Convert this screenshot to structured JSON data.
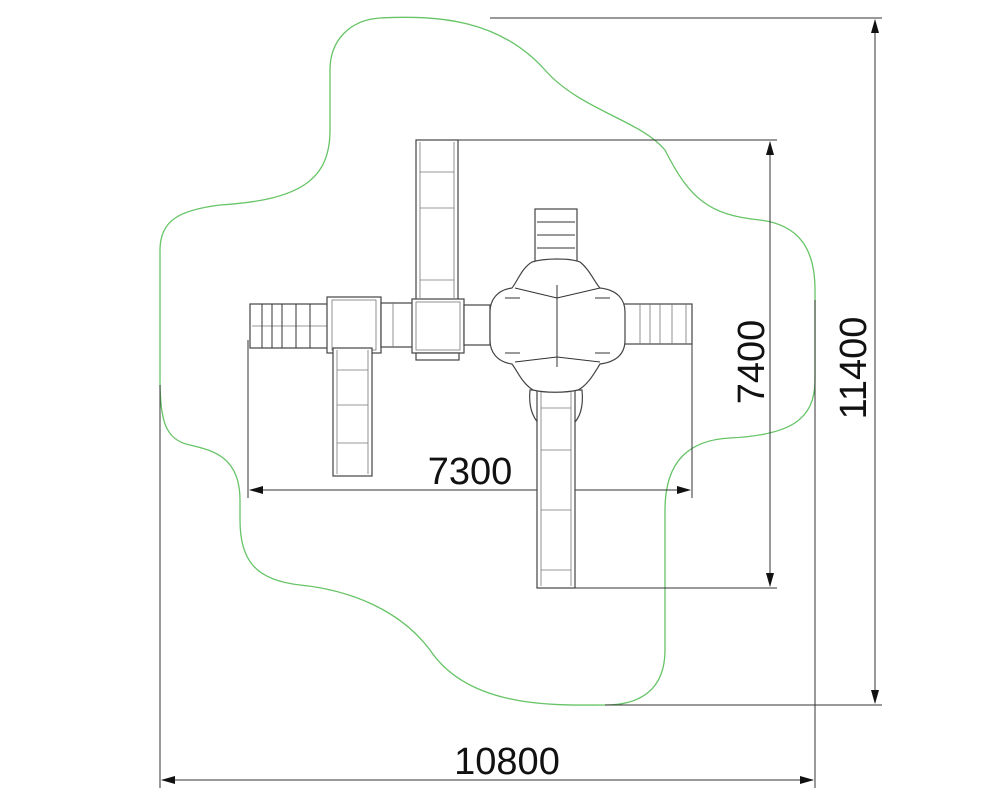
{
  "drawing": {
    "title": "Playground equipment plan with safety zone",
    "colors": {
      "safety_zone": "#66c466",
      "lines": "#333333"
    },
    "dimensions": {
      "overall_width": "10800",
      "overall_height": "11400",
      "equipment_width": "7300",
      "equipment_height": "7400"
    }
  }
}
